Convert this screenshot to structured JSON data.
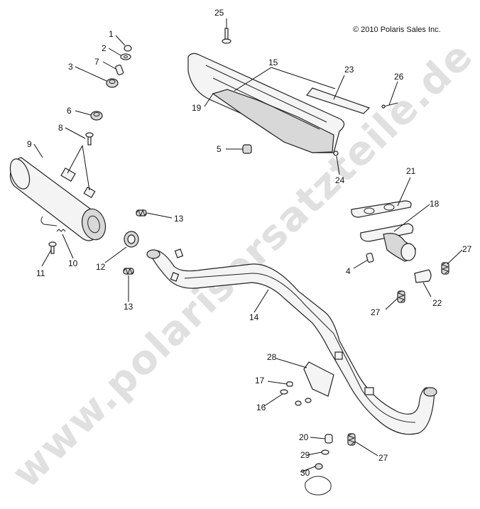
{
  "copyright": "© 2010 Polaris Sales Inc.",
  "watermark": "www.polarisersatzteile.de",
  "callouts": [
    "1",
    "2",
    "3",
    "4",
    "5",
    "6",
    "7",
    "8",
    "9",
    "10",
    "11",
    "12",
    "13",
    "13",
    "14",
    "15",
    "16",
    "17",
    "18",
    "19",
    "20",
    "21",
    "22",
    "23",
    "24",
    "25",
    "26",
    "27",
    "27",
    "27",
    "28",
    "29",
    "30"
  ]
}
